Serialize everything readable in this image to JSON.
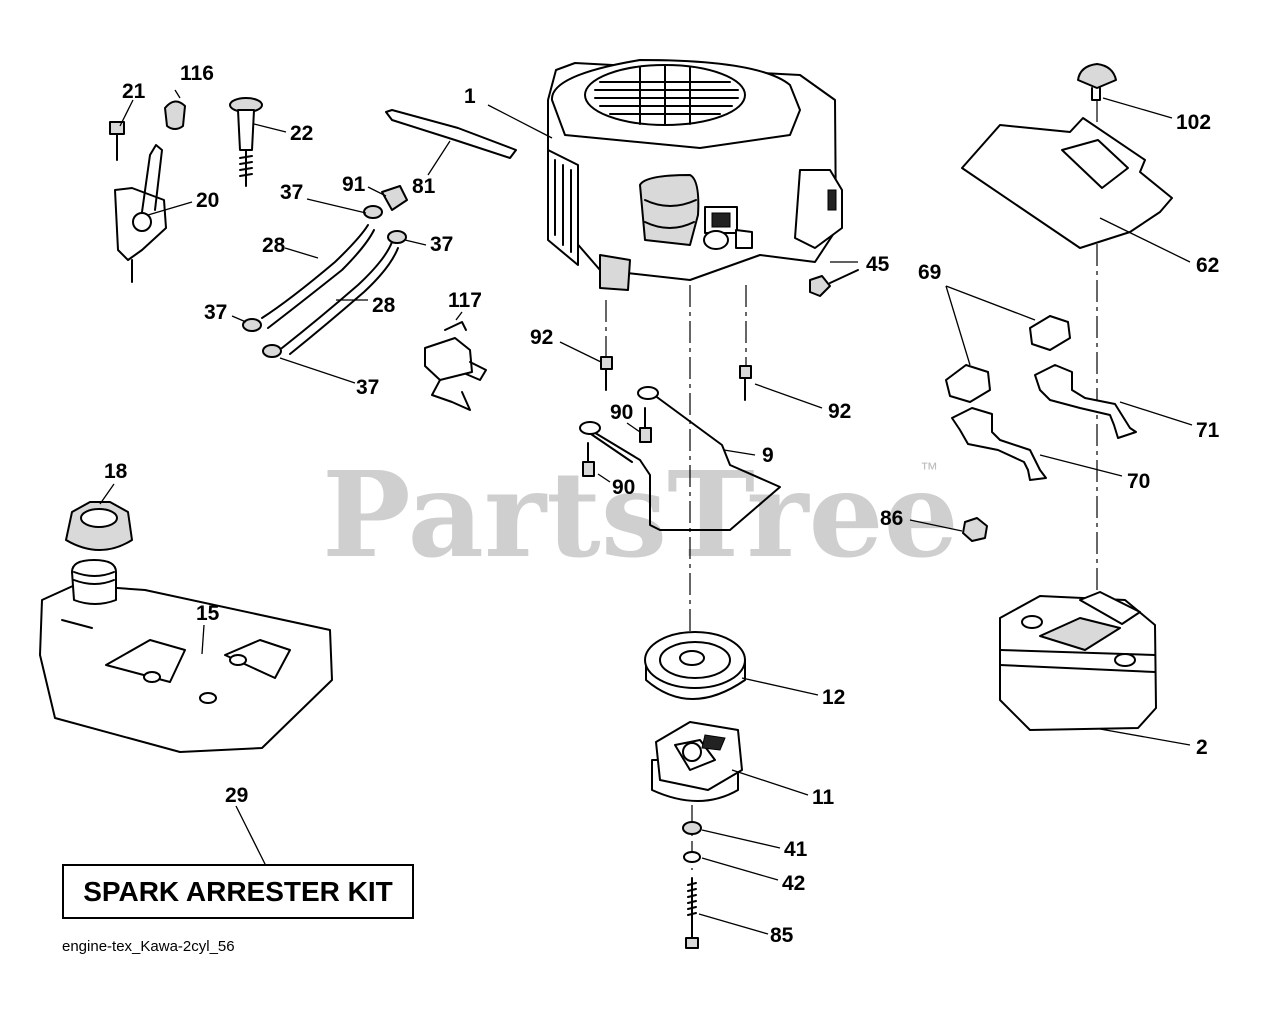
{
  "watermark": {
    "text": "PartsTree",
    "trademark": "™"
  },
  "kit_label": "SPARK ARRESTER KIT",
  "diagram_id": "engine-tex_Kawa-2cyl_56",
  "callouts": {
    "engine": "1",
    "muffler": "2",
    "belt_guide": "9",
    "clutch": "11",
    "pulley": "12",
    "fuel_tank": "15",
    "fuel_cap": "18",
    "throttle_control": "20",
    "control_screw": "21",
    "choke_knob": "22",
    "fuel_hose_upper": "28",
    "fuel_hose_lower": "28",
    "spark_arrester": "29",
    "clamp_a": "37",
    "clamp_b": "37",
    "clamp_c": "37",
    "clamp_d": "37",
    "washer_41": "41",
    "washer_42": "42",
    "clutch_bolt": "85",
    "nut": "86",
    "bolt_90_a": "90",
    "bolt_90_b": "90",
    "fuel_fitting": "91",
    "bolt_92_a": "92",
    "bolt_92_b": "92",
    "heat_shield": "62",
    "gaskets": "69",
    "exhaust_pipe_70": "70",
    "exhaust_pipe_71": "71",
    "breather_tube": "81",
    "shield_knob": "102",
    "knob": "116",
    "fuel_valve": "117",
    "drain_plug": "45"
  }
}
